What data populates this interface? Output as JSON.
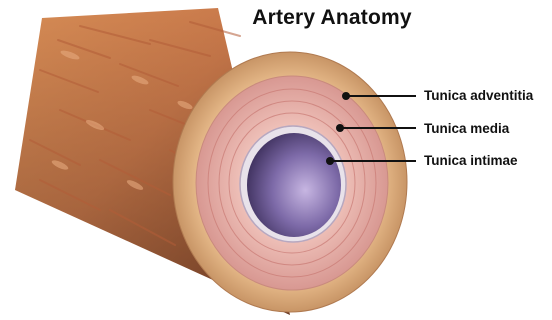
{
  "title": "Artery Anatomy",
  "labels": {
    "adventitia": "Tunica adventitia",
    "media": "Tunica media",
    "intimae": "Tunica intimae"
  },
  "colors": {
    "adventitia_outer": "#c88050",
    "media_pink": "#e0a6a0",
    "lumen_purple": "#6a5a95",
    "leader_line": "#111111"
  }
}
